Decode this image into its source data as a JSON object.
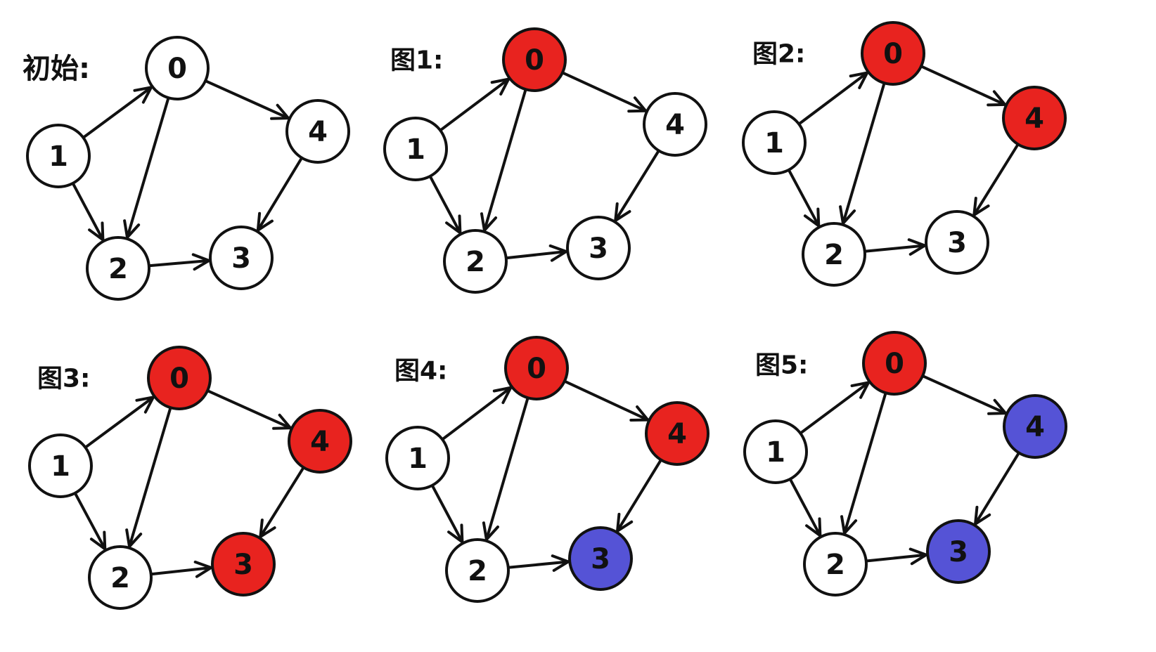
{
  "colors": {
    "unvisited": "#ffffff",
    "visiting": "#e8231f",
    "finished": "#5553d6"
  },
  "nodes": [
    "0",
    "1",
    "2",
    "3",
    "4"
  ],
  "edges": [
    [
      "1",
      "0"
    ],
    [
      "1",
      "2"
    ],
    [
      "0",
      "2"
    ],
    [
      "0",
      "4"
    ],
    [
      "4",
      "3"
    ],
    [
      "2",
      "3"
    ]
  ],
  "panels": [
    {
      "title": "初始:",
      "states": {
        "0": "unvisited",
        "1": "unvisited",
        "2": "unvisited",
        "3": "unvisited",
        "4": "unvisited"
      }
    },
    {
      "title": "图1:",
      "states": {
        "0": "visiting",
        "1": "unvisited",
        "2": "unvisited",
        "3": "unvisited",
        "4": "unvisited"
      }
    },
    {
      "title": "图2:",
      "states": {
        "0": "visiting",
        "1": "unvisited",
        "2": "unvisited",
        "3": "unvisited",
        "4": "visiting"
      }
    },
    {
      "title": "图3:",
      "states": {
        "0": "visiting",
        "1": "unvisited",
        "2": "unvisited",
        "3": "visiting",
        "4": "visiting"
      }
    },
    {
      "title": "图4:",
      "states": {
        "0": "visiting",
        "1": "unvisited",
        "2": "unvisited",
        "3": "finished",
        "4": "visiting"
      }
    },
    {
      "title": "图5:",
      "states": {
        "0": "visiting",
        "1": "unvisited",
        "2": "unvisited",
        "3": "finished",
        "4": "finished"
      }
    }
  ]
}
